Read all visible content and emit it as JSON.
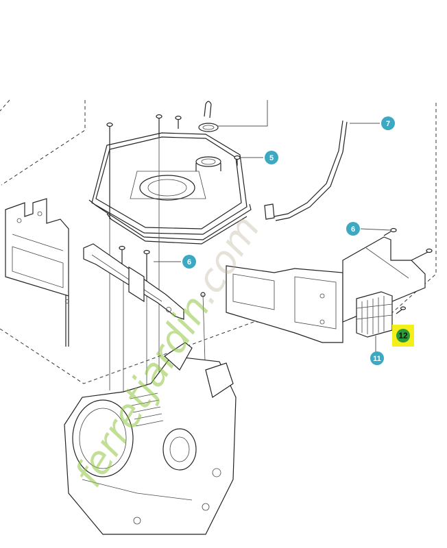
{
  "callouts": [
    {
      "label": "5"
    },
    {
      "label": "6"
    },
    {
      "label": "6"
    },
    {
      "label": "7"
    },
    {
      "label": "11"
    }
  ],
  "highlighted_callout": {
    "label": "12",
    "color": "#f4ee1a"
  },
  "badge_color": "#3da8c2",
  "watermark": {
    "part1": "ferre",
    "part2": "tjardin",
    "part3": ".com"
  }
}
